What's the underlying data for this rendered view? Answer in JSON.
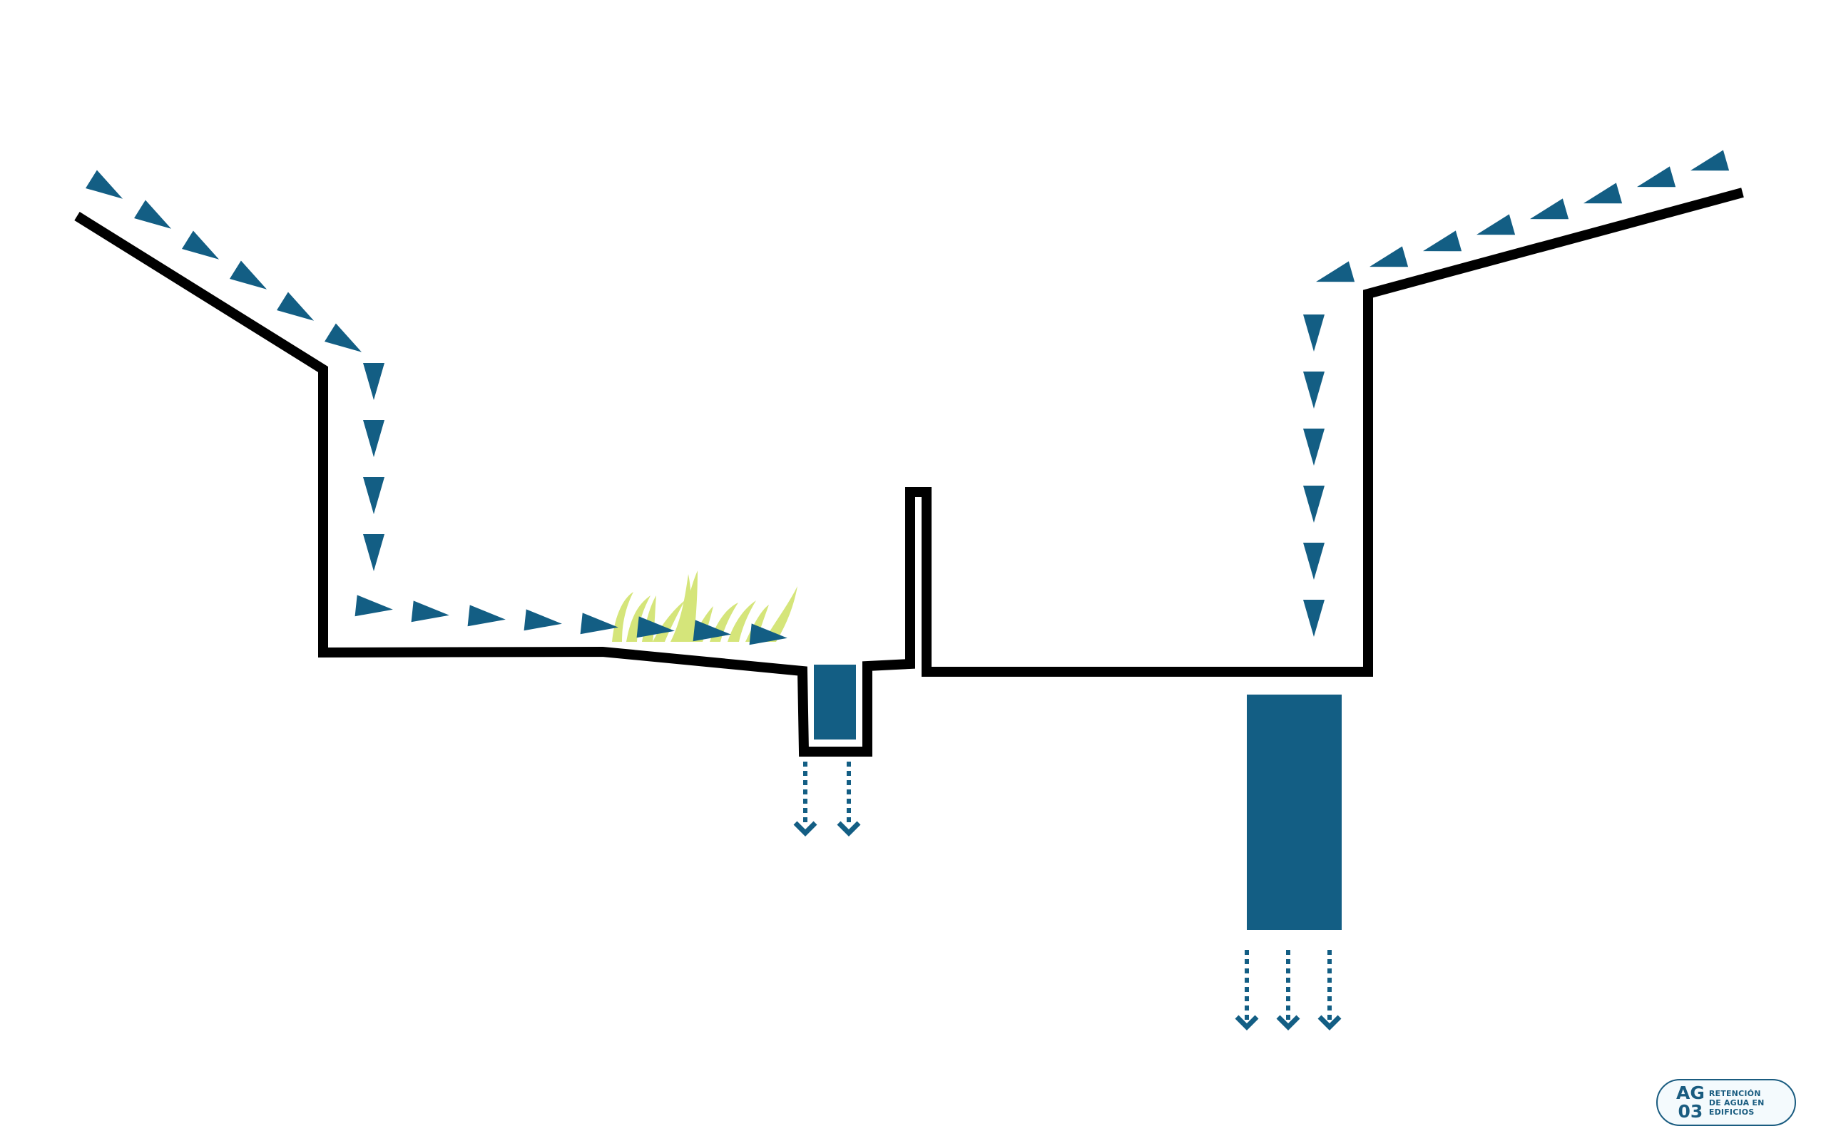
{
  "colors": {
    "background": "#ffffff",
    "structure": "#000000",
    "water": "#135e84",
    "grass": "#d5e57a",
    "badge_border": "#1a5c80",
    "badge_fill": "#f4fafd"
  },
  "icons": {
    "flow_arrow": "triangle-arrow-icon",
    "infiltration_arrow": "dotted-down-arrow-icon",
    "vegetation": "grass-icon"
  },
  "badge": {
    "code_line1": "AG",
    "code_line2": "03",
    "label_line1": "RETENCIÓN",
    "label_line2": "DE AGUA EN",
    "label_line3": "EDIFICIOS"
  }
}
